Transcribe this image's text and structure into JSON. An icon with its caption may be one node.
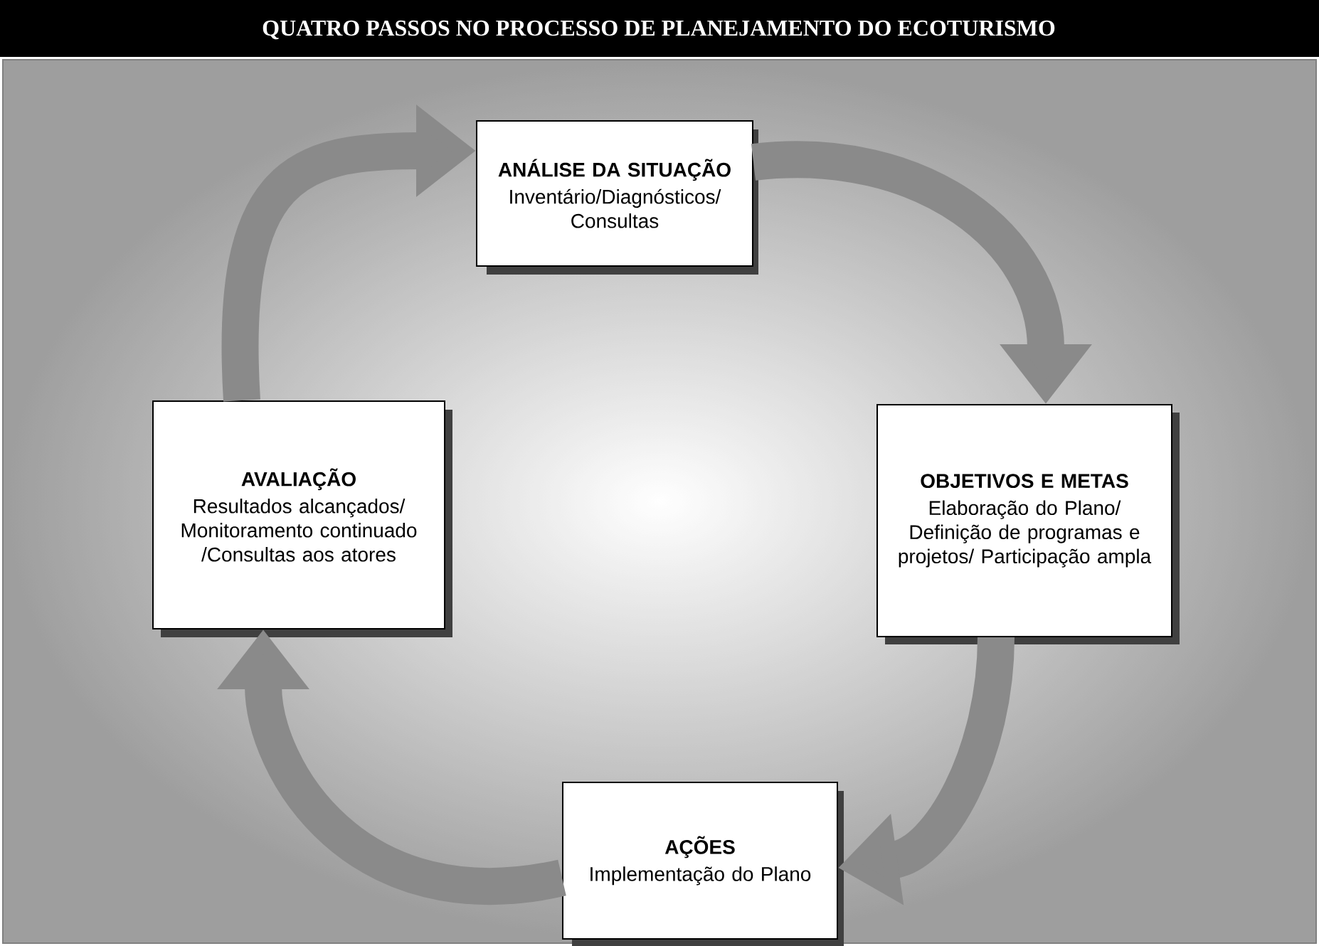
{
  "diagram": {
    "title": "QUATRO PASSOS NO PROCESSO DE PLANEJAMENTO DO ECOTURISMO",
    "nodes": [
      {
        "text": [
          "ANÁLISE DA SITUAÇÃO",
          "Inventário/Diagnósticos/ Consultas"
        ]
      },
      {
        "text": [
          "OBJETIVOS E METAS",
          "Elaboração do Plano/ Definição de programas e projetos/ Participação ampla"
        ]
      },
      {
        "text": [
          "AÇÕES",
          "Implementação do Plano"
        ]
      },
      {
        "text": [
          "AVALIAÇÃO",
          "Resultados alcançados/ Monitoramento continuado /Consultas aos atores"
        ]
      }
    ],
    "edges": [
      {
        "from": 0,
        "to": 1,
        "arrow": "to"
      },
      {
        "from": 1,
        "to": 2,
        "arrow": "to"
      },
      {
        "from": 2,
        "to": 3,
        "arrow": "to"
      },
      {
        "from": 3,
        "to": 0,
        "arrow": "to"
      }
    ]
  }
}
